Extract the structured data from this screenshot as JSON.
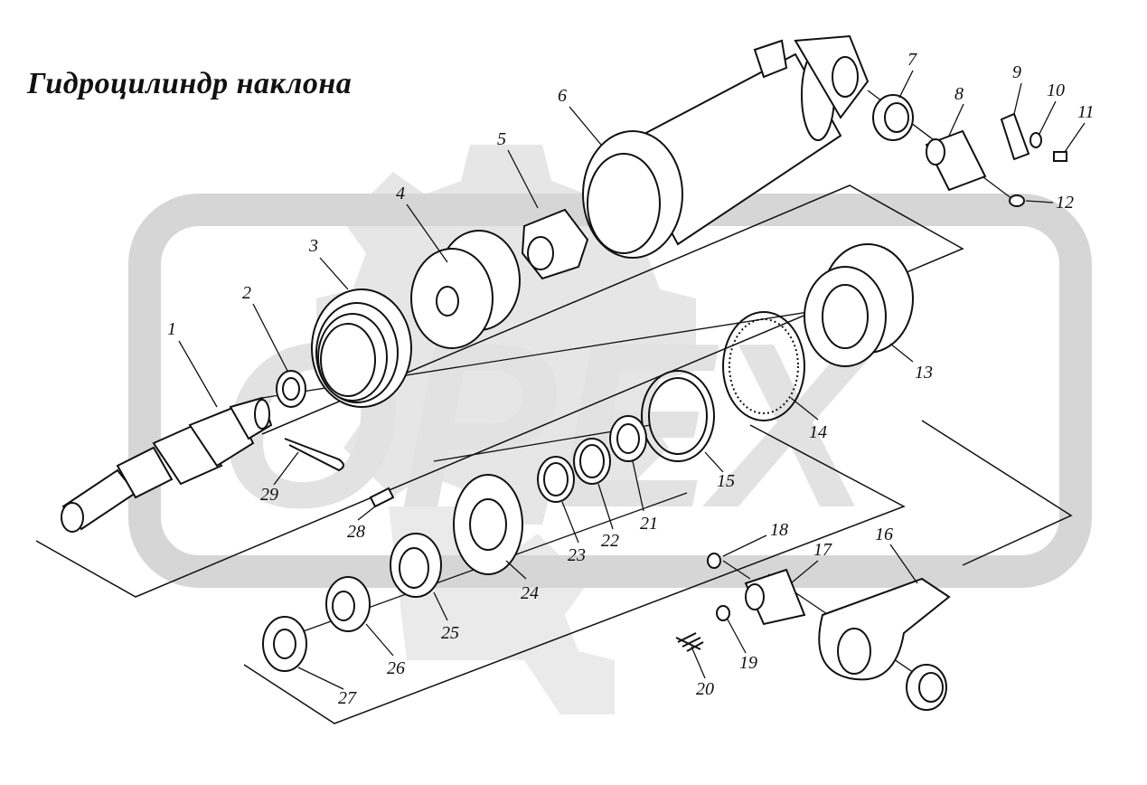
{
  "title": "Гидроцилиндр наклона",
  "watermark": "ОРЕХ",
  "parts": [
    {
      "id": "p1",
      "label": "1"
    },
    {
      "id": "p2",
      "label": "2"
    },
    {
      "id": "p3",
      "label": "3"
    },
    {
      "id": "p4",
      "label": "4"
    },
    {
      "id": "p5",
      "label": "5"
    },
    {
      "id": "p6",
      "label": "6"
    },
    {
      "id": "p7",
      "label": "7"
    },
    {
      "id": "p8",
      "label": "8"
    },
    {
      "id": "p9",
      "label": "9"
    },
    {
      "id": "p10",
      "label": "10"
    },
    {
      "id": "p11",
      "label": "11"
    },
    {
      "id": "p12",
      "label": "12"
    },
    {
      "id": "p13",
      "label": "13"
    },
    {
      "id": "p14",
      "label": "14"
    },
    {
      "id": "p15",
      "label": "15"
    },
    {
      "id": "p16",
      "label": "16"
    },
    {
      "id": "p17",
      "label": "17"
    },
    {
      "id": "p18",
      "label": "18"
    },
    {
      "id": "p19",
      "label": "19"
    },
    {
      "id": "p20",
      "label": "20"
    },
    {
      "id": "p21",
      "label": "21"
    },
    {
      "id": "p22",
      "label": "22"
    },
    {
      "id": "p23",
      "label": "23"
    },
    {
      "id": "p24",
      "label": "24"
    },
    {
      "id": "p25",
      "label": "25"
    },
    {
      "id": "p26",
      "label": "26"
    },
    {
      "id": "p27",
      "label": "27"
    },
    {
      "id": "p28",
      "label": "28"
    },
    {
      "id": "p29",
      "label": "29"
    }
  ],
  "colors": {
    "ink": "#111111",
    "watermark": "#d9d9d9",
    "watermark_dark": "#cfcfcf"
  }
}
